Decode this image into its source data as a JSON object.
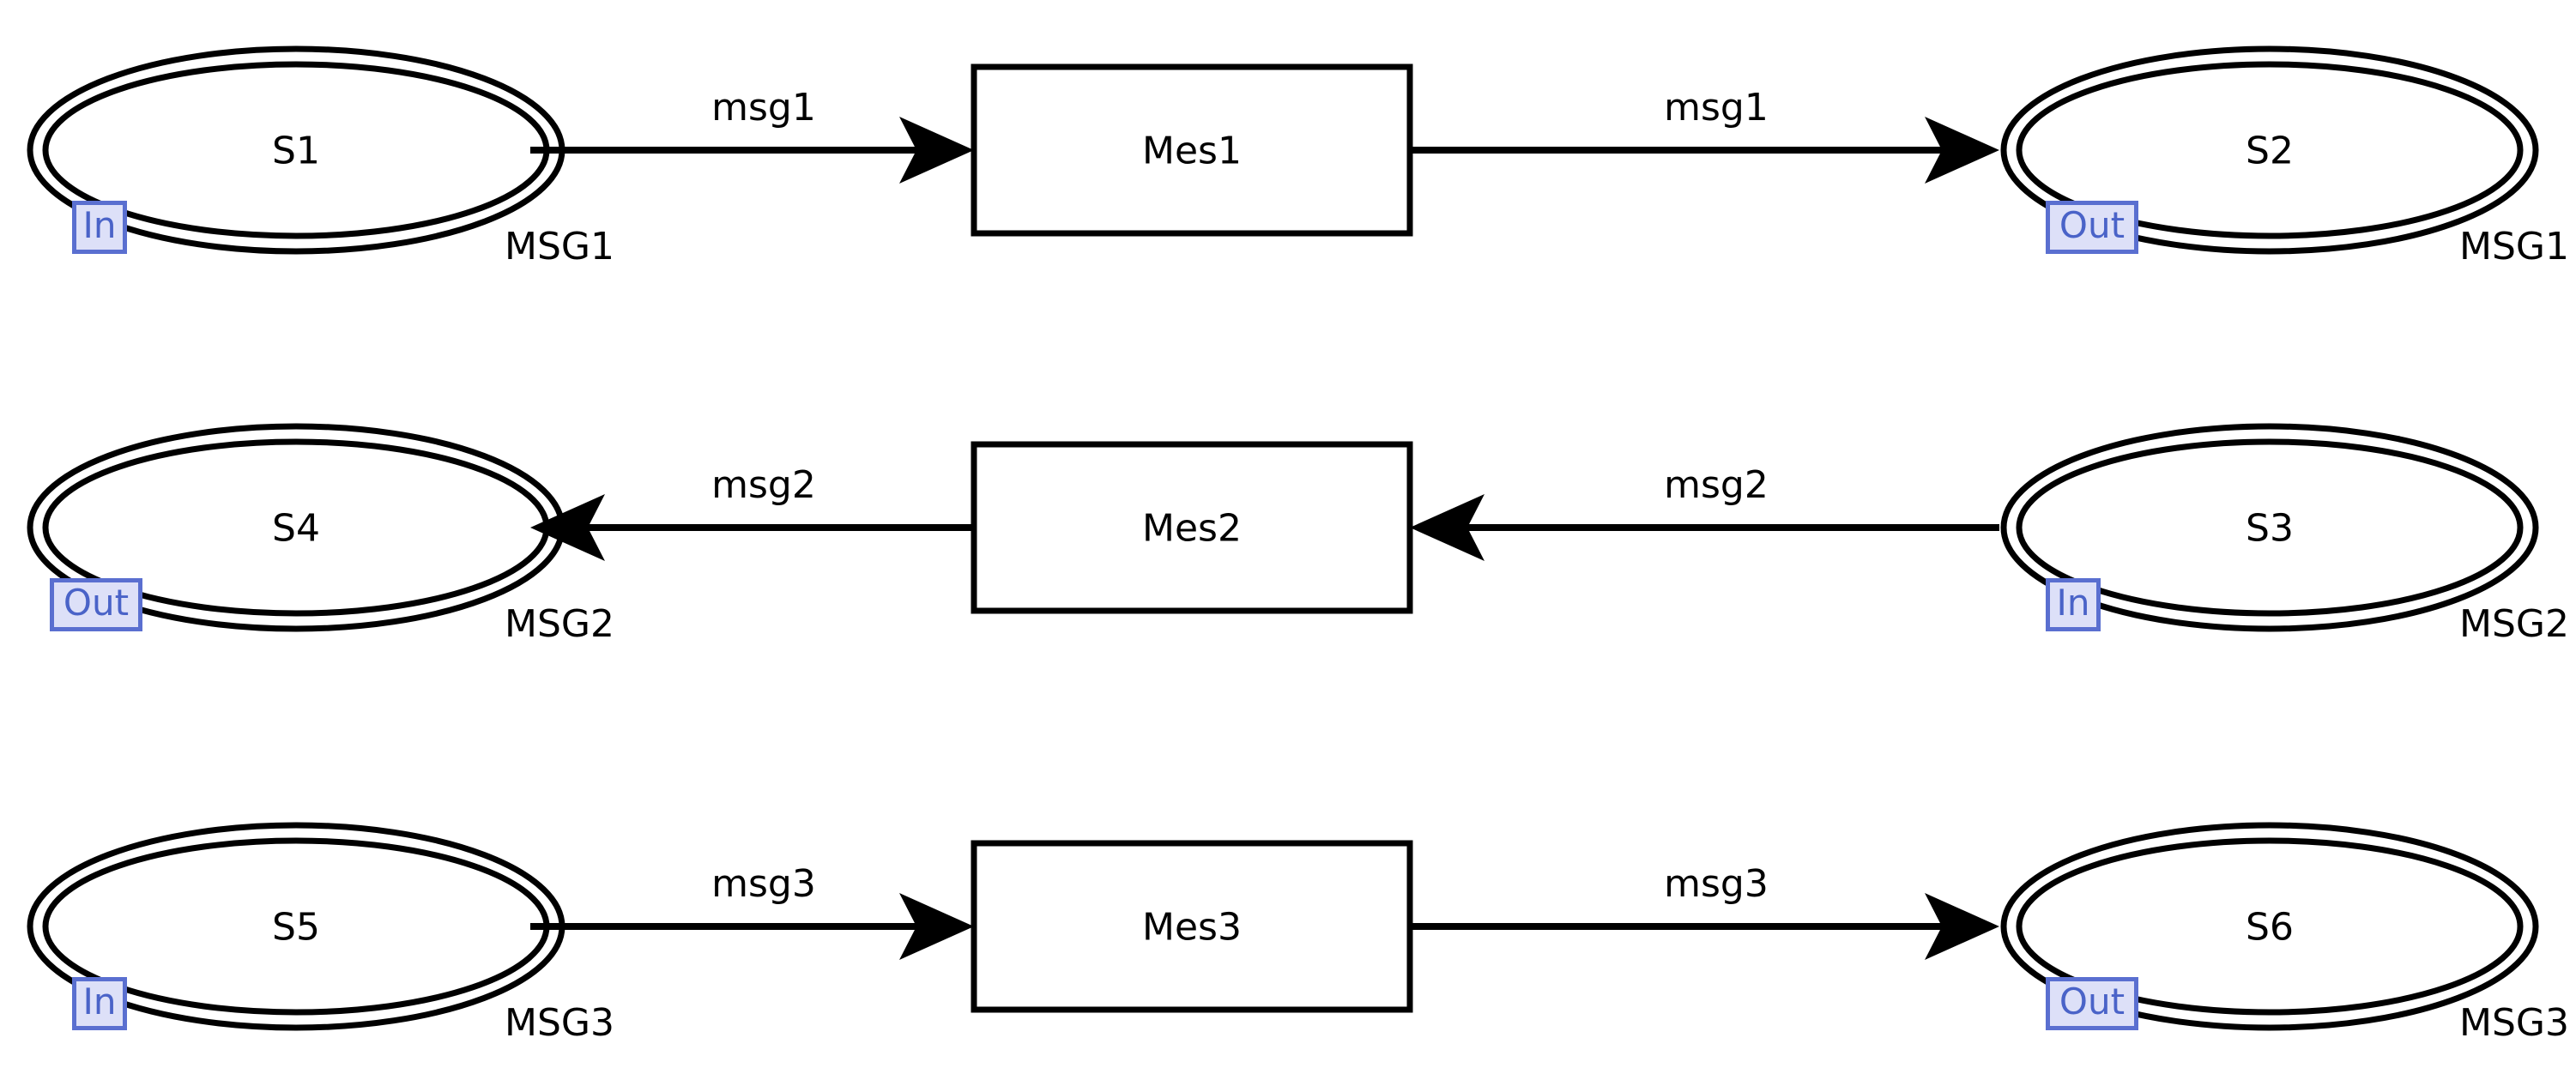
{
  "diagram": {
    "type": "message-flow-diagram",
    "background_color": "#ffffff",
    "stroke_color": "#000000",
    "port_badge": {
      "fill_color": "#dde0f8",
      "border_color": "#5a6fd0",
      "text_color": "#4a63c8"
    },
    "rows": [
      {
        "id": "row-1",
        "group_label": "MSG1",
        "direction": "left-to-right",
        "source_state": {
          "label": "S1",
          "port": "In",
          "group": "MSG1",
          "shape": "double-ellipse"
        },
        "message_box": {
          "label": "Mes1",
          "shape": "rectangle"
        },
        "target_state": {
          "label": "S2",
          "port": "Out",
          "group": "MSG1",
          "shape": "double-ellipse"
        },
        "edges": [
          {
            "label": "msg1",
            "from": "S1",
            "to": "Mes1"
          },
          {
            "label": "msg1",
            "from": "Mes1",
            "to": "S2"
          }
        ]
      },
      {
        "id": "row-2",
        "group_label": "MSG2",
        "direction": "right-to-left",
        "source_state": {
          "label": "S3",
          "port": "In",
          "group": "MSG2",
          "shape": "double-ellipse"
        },
        "message_box": {
          "label": "Mes2",
          "shape": "rectangle"
        },
        "target_state": {
          "label": "S4",
          "port": "Out",
          "group": "MSG2",
          "shape": "double-ellipse"
        },
        "edges": [
          {
            "label": "msg2",
            "from": "S3",
            "to": "Mes2"
          },
          {
            "label": "msg2",
            "from": "Mes2",
            "to": "S4"
          }
        ]
      },
      {
        "id": "row-3",
        "group_label": "MSG3",
        "direction": "left-to-right",
        "source_state": {
          "label": "S5",
          "port": "In",
          "group": "MSG3",
          "shape": "double-ellipse"
        },
        "message_box": {
          "label": "Mes3",
          "shape": "rectangle"
        },
        "target_state": {
          "label": "S6",
          "port": "Out",
          "group": "MSG3",
          "shape": "double-ellipse"
        },
        "edges": [
          {
            "label": "msg3",
            "from": "S5",
            "to": "Mes3"
          },
          {
            "label": "msg3",
            "from": "Mes3",
            "to": "S6"
          }
        ]
      }
    ]
  },
  "r1": {
    "left_state_label": "S1",
    "left_port": "In",
    "left_group": "MSG1",
    "box_label": "Mes1",
    "edge1_label": "msg1",
    "edge2_label": "msg1",
    "right_state_label": "S2",
    "right_port": "Out",
    "right_group": "MSG1"
  },
  "r2": {
    "left_state_label": "S4",
    "left_port": "Out",
    "left_group": "MSG2",
    "box_label": "Mes2",
    "edge1_label": "msg2",
    "edge2_label": "msg2",
    "right_state_label": "S3",
    "right_port": "In",
    "right_group": "MSG2"
  },
  "r3": {
    "left_state_label": "S5",
    "left_port": "In",
    "left_group": "MSG3",
    "box_label": "Mes3",
    "edge1_label": "msg3",
    "edge2_label": "msg3",
    "right_state_label": "S6",
    "right_port": "Out",
    "right_group": "MSG3"
  }
}
